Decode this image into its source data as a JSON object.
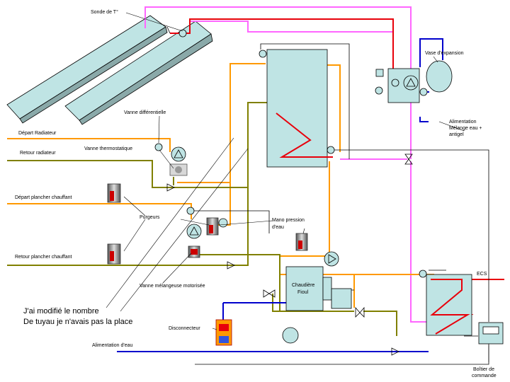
{
  "labels": {
    "sonde": "Sonde de T°",
    "vase": "Vase d'expansion",
    "alim_melange_1": "Alimentation",
    "alim_melange_2": "Mélange eau +",
    "alim_melange_3": "antigel",
    "vanne_diff": "Vanne différentielle",
    "depart_radiateur": "Départ Radiateur",
    "retour_radiateur": "Retour radiateur",
    "vanne_thermo": "Vanne thermostatique",
    "depart_plancher": "Départ plancher chauffant",
    "purgeurs": "Purgeurs",
    "mano": "Mano pression",
    "mano_2": "d'eau",
    "retour_plancher": "Retour plancher chauffant",
    "chaudiere_1": "Chaudière",
    "chaudiere_2": "Fioul",
    "ecs": "ECS",
    "vanne_melange": "Vanne mélangeuse motorisée",
    "note_1": "J'ai modifié le nombre",
    "note_2": "De tuyau je n'avais pas la place",
    "disconnecteur": "Disconnecteur",
    "alim_eau": "Alimentation d'eau",
    "boitier_1": "Boîtier de",
    "boitier_2": "commande"
  },
  "colors": {
    "hot": "#e8000b",
    "pink": "#ff66ff",
    "orange": "#ff9900",
    "olive": "#808000",
    "blue": "#0000cc",
    "tank": "#bfe4e4",
    "black": "#000000",
    "purgeur_red": "#cc0000"
  }
}
